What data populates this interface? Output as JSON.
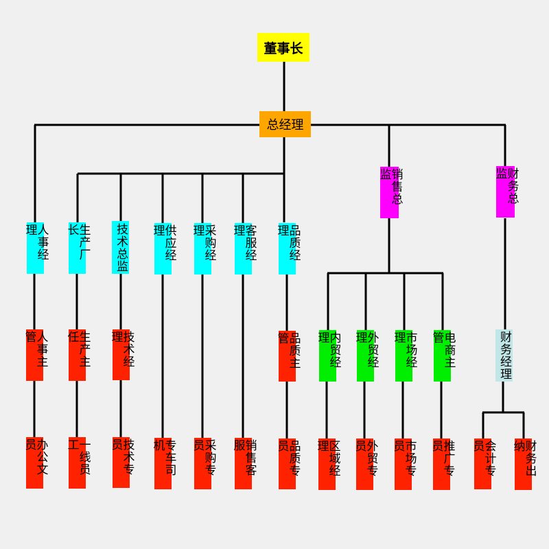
{
  "colors": {
    "chairman": "#ffff00",
    "gm": "#ffa500",
    "manager": "#00ffff",
    "director": "#ff00ff",
    "sales_sub": "#00ff00",
    "finance_sub": "#c0e6e8",
    "staff": "#ff2200",
    "line": "#000000",
    "background": "#f0f0f0"
  },
  "chairman": "董事长",
  "general_manager": "总经理",
  "hr": {
    "manager": "人事经理",
    "supervisor": "人事主管",
    "staff": "办公文员"
  },
  "production": {
    "manager": "生产厂长",
    "supervisor": "生产主任",
    "staff": "一线员工"
  },
  "tech": {
    "manager": "技术总监",
    "supervisor": "技术经理",
    "staff": "技术专员"
  },
  "supply": {
    "manager": "供应经理",
    "staff": "专车司机"
  },
  "purchase": {
    "manager": "采购经理",
    "staff": "采购专员"
  },
  "service": {
    "manager": "客服经理",
    "staff": "销售客服"
  },
  "quality": {
    "manager": "品质经理",
    "supervisor": "品质主管",
    "staff": "品质专员"
  },
  "sales": {
    "director": "销售总监",
    "domestic": {
      "manager": "内贸经理",
      "staff": "区域经理"
    },
    "foreign": {
      "manager": "外贸经理",
      "staff": "外贸专员"
    },
    "market": {
      "manager": "市场经理",
      "staff": "市场专员"
    },
    "ecommerce": {
      "manager": "电商主管",
      "staff": "推广专员"
    }
  },
  "finance": {
    "director": "财务总监",
    "manager": "财务经理",
    "accountant": "会计专员",
    "cashier": "财务出纳"
  }
}
